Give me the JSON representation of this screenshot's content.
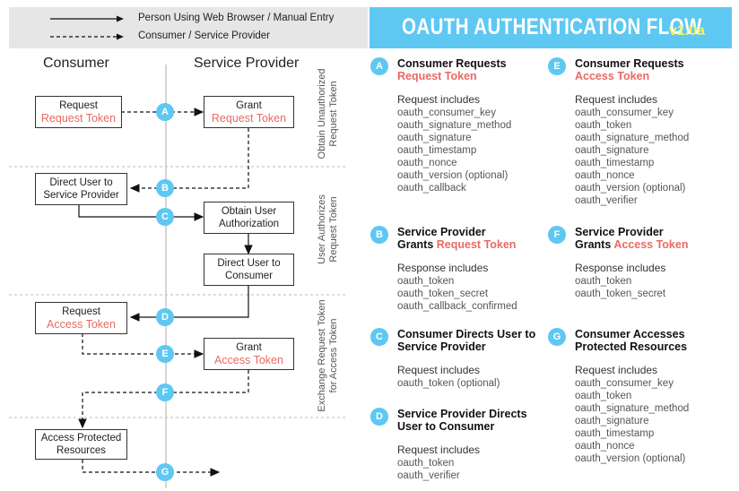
{
  "legend": {
    "solid_label": "Person Using Web Browser / Manual Entry",
    "dashed_label": "Consumer / Service Provider"
  },
  "title": {
    "main": "OAUTH AUTHENTICATION FLOW",
    "version": "v1.0a"
  },
  "columns": {
    "consumer": "Consumer",
    "provider": "Service Provider"
  },
  "phases": {
    "p1": [
      "Obtain Unauthorized",
      "Request Token"
    ],
    "p2": [
      "User Authorizes",
      "Request Token"
    ],
    "p3": [
      "Exchange Request Token",
      "for Access Token"
    ]
  },
  "boxes": {
    "request_request_token": [
      "Request",
      "Request Token"
    ],
    "grant_request_token": [
      "Grant",
      "Request Token"
    ],
    "direct_user_sp": [
      "Direct User to",
      "Service Provider"
    ],
    "obtain_user_auth": [
      "Obtain User",
      "Authorization"
    ],
    "direct_user_consumer": [
      "Direct User to",
      "Consumer"
    ],
    "request_access_token": [
      "Request",
      "Access Token"
    ],
    "grant_access_token": [
      "Grant",
      "Access Token"
    ],
    "access_protected": [
      "Access Protected",
      "Resources"
    ]
  },
  "steps": [
    "A",
    "B",
    "C",
    "D",
    "E",
    "F",
    "G"
  ],
  "sections": {
    "A": {
      "badge": "A",
      "title1": "Consumer Requests",
      "title_hl": "Request Token",
      "sub": "Request includes",
      "items": [
        "oauth_consumer_key",
        "oauth_signature_method",
        "oauth_signature",
        "oauth_timestamp",
        "oauth_nonce",
        "oauth_version (optional)",
        "oauth_callback"
      ]
    },
    "B": {
      "badge": "B",
      "title1": "Service Provider",
      "title_pre": "Grants ",
      "title_hl": "Request Token",
      "sub": "Response includes",
      "items": [
        "oauth_token",
        "oauth_token_secret",
        "oauth_callback_confirmed"
      ]
    },
    "C": {
      "badge": "C",
      "title1": "Consumer Directs User to",
      "title2": "Service Provider",
      "sub": "Request includes",
      "items": [
        "oauth_token (optional)"
      ]
    },
    "D": {
      "badge": "D",
      "title1": "Service Provider Directs",
      "title2": "User to Consumer",
      "sub": "Request includes",
      "items": [
        "oauth_token",
        "oauth_verifier"
      ]
    },
    "E": {
      "badge": "E",
      "title1": "Consumer Requests",
      "title_hl": "Access Token",
      "sub": "Request includes",
      "items": [
        "oauth_consumer_key",
        "oauth_token",
        "oauth_signature_method",
        "oauth_signature",
        "oauth_timestamp",
        "oauth_nonce",
        "oauth_version (optional)",
        "oauth_verifier"
      ]
    },
    "F": {
      "badge": "F",
      "title1": "Service Provider",
      "title_pre": "Grants ",
      "title_hl": "Access Token",
      "sub": "Response includes",
      "items": [
        "oauth_token",
        "oauth_token_secret"
      ]
    },
    "G": {
      "badge": "G",
      "title1": "Consumer Accesses",
      "title2": "Protected Resources",
      "sub": "Request includes",
      "items": [
        "oauth_consumer_key",
        "oauth_token",
        "oauth_signature_method",
        "oauth_signature",
        "oauth_timestamp",
        "oauth_nonce",
        "oauth_version (optional)"
      ]
    }
  },
  "colors": {
    "accent": "#5ec8f2",
    "highlight": "#e96a63",
    "version": "#f2f26a"
  }
}
